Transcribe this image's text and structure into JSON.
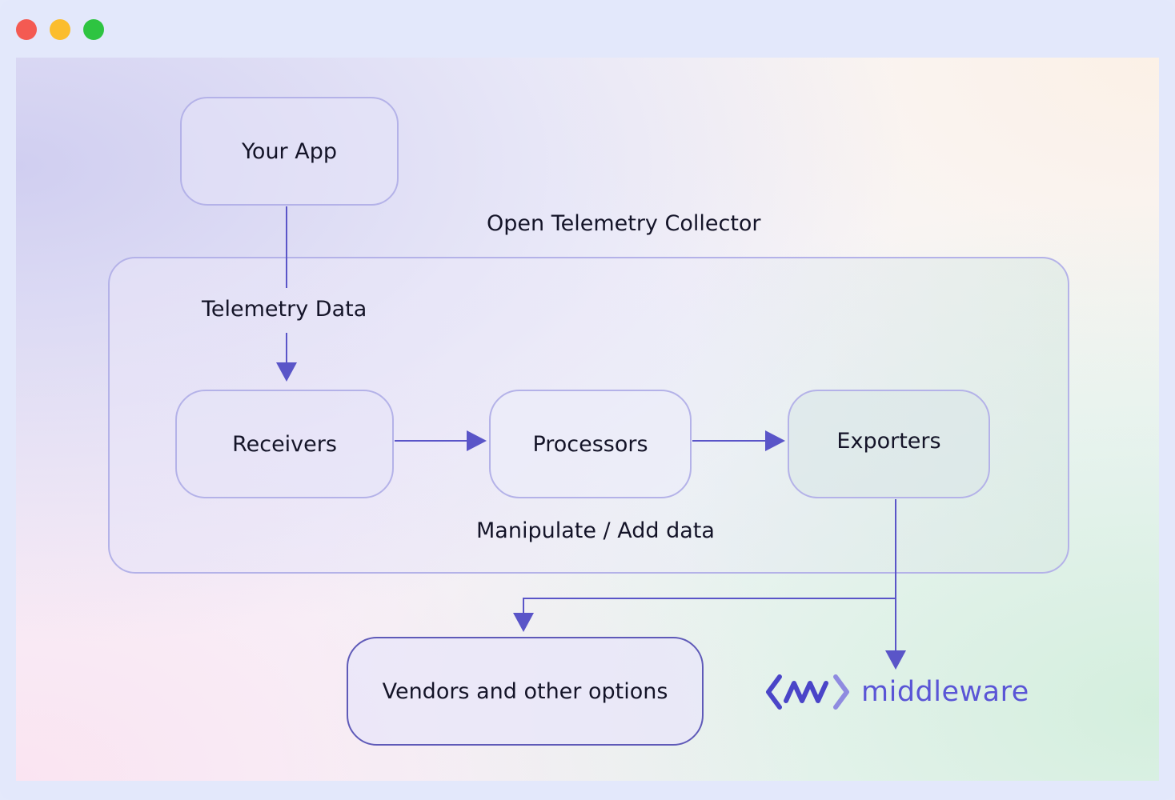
{
  "diagram": {
    "nodes": {
      "your_app": "Your App",
      "receivers": "Receivers",
      "processors": "Processors",
      "exporters": "Exporters",
      "vendors": "Vendors and other options"
    },
    "labels": {
      "collector": "Open Telemetry Collector",
      "telemetry_data": "Telemetry Data",
      "manipulate": "Manipulate / Add data"
    },
    "brand": {
      "name": "middleware",
      "icon": "middleware-logo-icon",
      "color": "#5a55d6"
    },
    "colors": {
      "arrow": "#5a55c8",
      "box_border": "#b4b2e8"
    }
  }
}
